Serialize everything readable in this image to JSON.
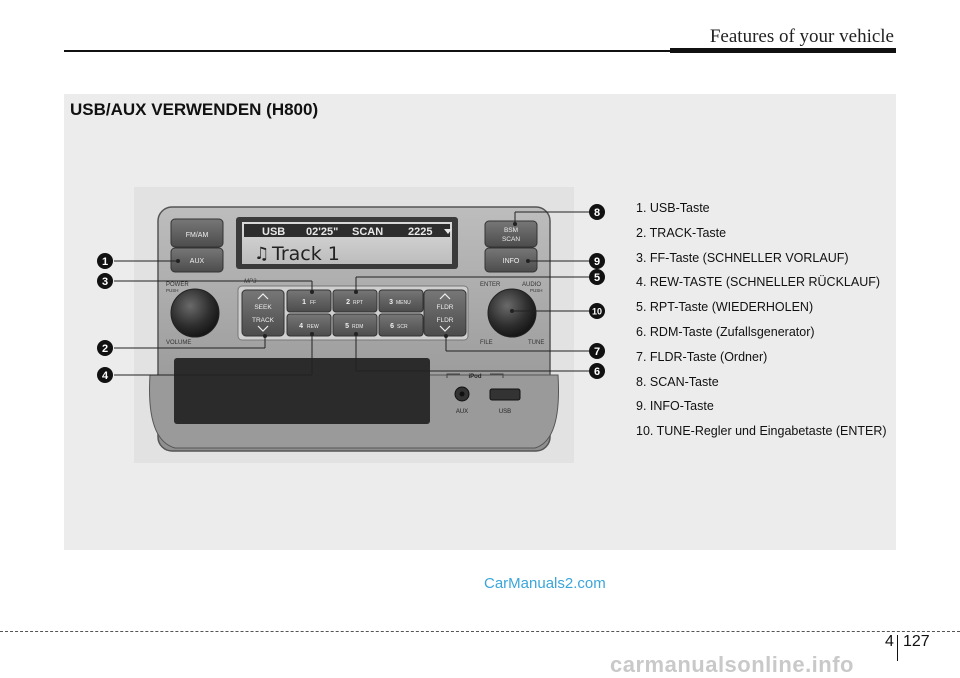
{
  "header": {
    "title": "Features of your vehicle"
  },
  "section": {
    "title": "USB/AUX VERWENDEN (H800)"
  },
  "radio": {
    "display_mode": "USB",
    "display_time": "02'25\"",
    "display_scan": "SCAN",
    "display_track_no": "2225",
    "display_track": "Track 1",
    "btn_fmam": "FM/AM",
    "btn_aux": "AUX",
    "btn_bsm": "BSM",
    "btn_scan": "SCAN",
    "btn_info": "INFO",
    "lbl_mp3": "MP3",
    "lbl_power": "POWER",
    "lbl_push": "PUSH",
    "lbl_volume": "VOLUME",
    "lbl_enter": "ENTER",
    "lbl_audio": "AUDIO",
    "lbl_audio_push": "PUSH",
    "lbl_file": "FILE",
    "lbl_tune": "TUNE",
    "btn_seek": "SEEK",
    "btn_track": "TRACK",
    "btn_fldr_top": "FLDR",
    "btn_fldr_bottom": "FLDR",
    "preset_1_num": "1",
    "preset_1_lbl": "FF",
    "preset_2_num": "2",
    "preset_2_lbl": "RPT",
    "preset_3_num": "3",
    "preset_3_lbl": "MENU",
    "preset_4_num": "4",
    "preset_4_lbl": "REW",
    "preset_5_num": "5",
    "preset_5_lbl": "RDM",
    "preset_6_num": "6",
    "preset_6_lbl": "SCR",
    "lbl_ipod": "iPod",
    "lbl_aux_jack": "AUX",
    "lbl_usb_port": "USB"
  },
  "callouts": {
    "c1": "1",
    "c2": "2",
    "c3": "3",
    "c4": "4",
    "c5": "5",
    "c6": "6",
    "c7": "7",
    "c8": "8",
    "c9": "9",
    "c10": "10"
  },
  "legend": [
    "1. USB-Taste",
    "2. TRACK-Taste",
    "3. FF-Taste (SCHNELLER VORLAUF)",
    "4. REW-TASTE (SCHNELLER RÜCKLAUF)",
    "5. RPT-Taste (WIEDERHOLEN)",
    "6. RDM-Taste (Zufallsgenerator)",
    "7. FLDR-Taste (Ordner)",
    "8. SCAN-Taste",
    "9. INFO-Taste",
    "10. TUNE-Regler und Eingabetaste (ENTER)"
  ],
  "watermark": "CarManuals2.com",
  "footer": {
    "chapter": "4",
    "page": "127",
    "site": "carmanualsonline.info"
  }
}
